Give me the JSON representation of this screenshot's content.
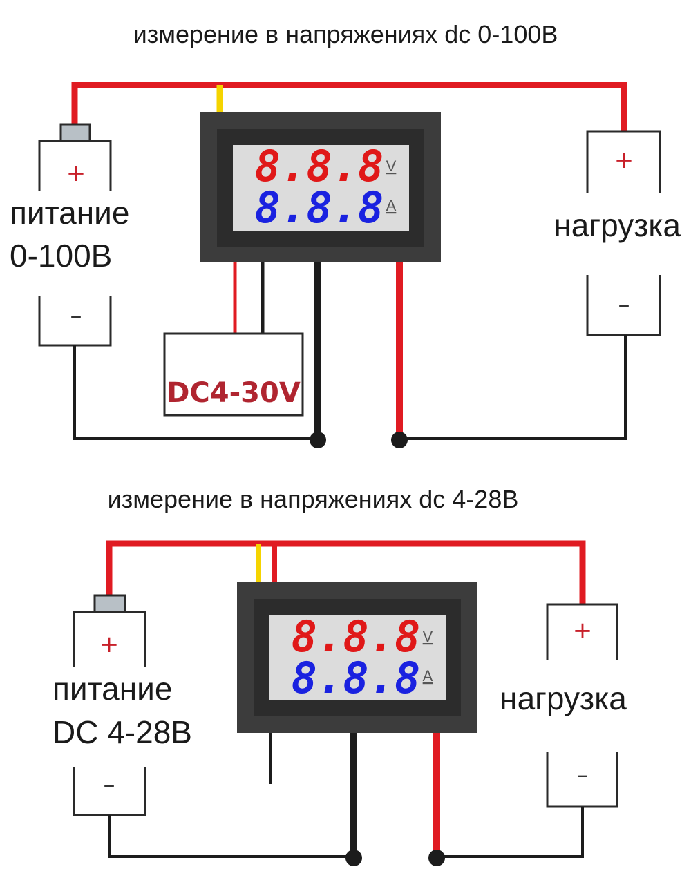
{
  "colors": {
    "wire_red": "#e01b22",
    "wire_black": "#1c1c1c",
    "wire_yellow": "#f5d400",
    "plus_red": "#c8202a",
    "volt_digits": "#e01818",
    "amp_digits": "#1a22e0",
    "meter_frame": "#3c3c3c",
    "meter_screen": "#dcdcdc",
    "converter_text": "#b02530"
  },
  "top": {
    "title": "измерение в напряжениях dc 0-100В",
    "source_label_line1": "питание",
    "source_label_line2": "0-100В",
    "load_label": "нагрузка",
    "converter_label": "DC4-30V",
    "plus": "+",
    "minus": "–",
    "volt_display": "8.8.8",
    "amp_display": "8.8.8",
    "volt_unit": "V",
    "amp_unit": "A"
  },
  "bottom": {
    "title": "измерение в напряжениях dc 4-28В",
    "source_label_line1": "питание",
    "source_label_line2": "DC 4-28В",
    "load_label": "нагрузка",
    "plus": "+",
    "minus": "–",
    "volt_display": "8.8.8",
    "amp_display": "8.8.8",
    "volt_unit": "V",
    "amp_unit": "A"
  }
}
